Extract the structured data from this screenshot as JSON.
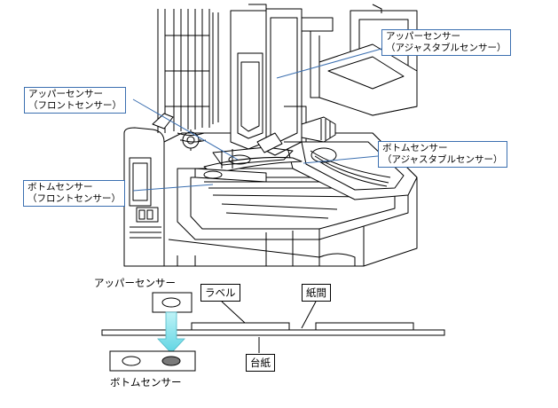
{
  "callouts": {
    "upper_adjustable": {
      "line1": "アッパーセンサー",
      "line2": "（アジャスタブルセンサー）"
    },
    "upper_front": {
      "line1": "アッパーセンサー",
      "line2": "（フロントセンサー）"
    },
    "bottom_adjustable": {
      "line1": "ボトムセンサー",
      "line2": "（アジャスタブルセンサー）"
    },
    "bottom_front": {
      "line1": "ボトムセンサー",
      "line2": "（フロントセンサー）"
    }
  },
  "schematic": {
    "upper_sensor": "アッパーセンサー",
    "bottom_sensor": "ボトムセンサー",
    "label": "ラベル",
    "gap": "紙間",
    "liner": "台紙"
  },
  "colors": {
    "callout_border": "#3b6fb0",
    "beam": "#7fe3ee",
    "sensor_dark": "#7a7a7a"
  }
}
